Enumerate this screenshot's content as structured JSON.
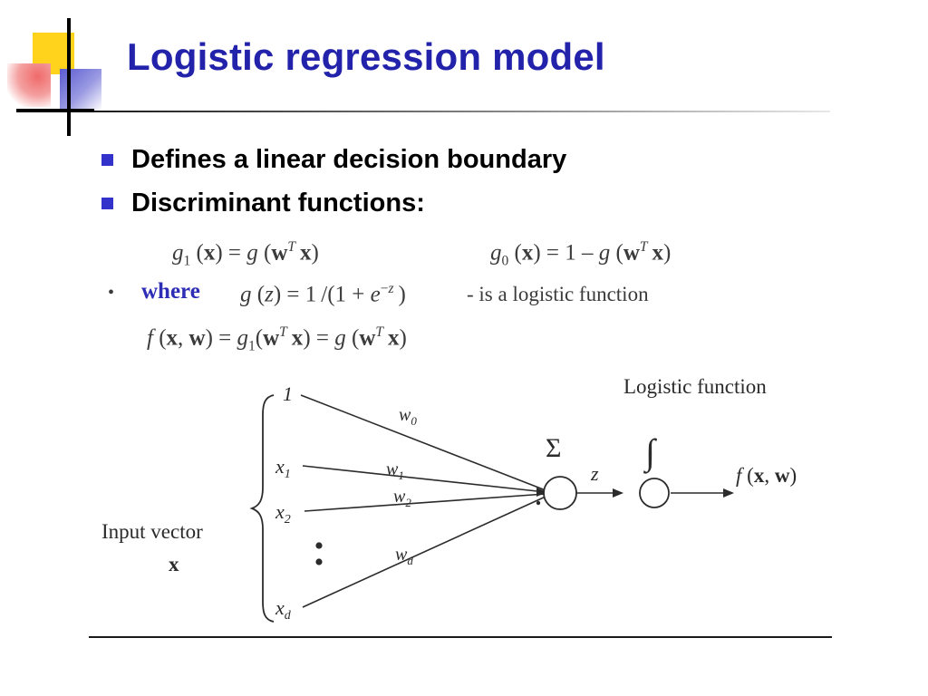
{
  "slide": {
    "title": "Logistic regression model",
    "bullets": [
      "Defines a linear decision boundary",
      "Discriminant functions:"
    ],
    "accent_color": "#2222aa",
    "bullet_marker_color": "#3333cc"
  },
  "math": {
    "g1_label": "g",
    "g1_sub": "1",
    "g1_arg": "(x) = g(w",
    "g1_sup": "T",
    "g1_tail": "x)",
    "g1_full": "g₁(x) = g(wᵀx)",
    "g0_full": "g₀(x) = 1 – g(wᵀx)",
    "where_bullet": "•",
    "where_label": "where",
    "gz_full": "g(z) = 1/(1 + e⁻ᶻ)",
    "gz_note": "- is a logistic function",
    "f_full": "f(x, w) = g₁(wᵀx) = g(wᵀx)"
  },
  "diagram": {
    "input_vector_label": "Input vector",
    "input_vector_symbol": "x",
    "inputs": [
      "1",
      "x₁",
      "x₂",
      "x_d"
    ],
    "input_plain": [
      "1",
      "x",
      "x",
      "x"
    ],
    "input_subs": [
      "",
      "1",
      "2",
      "d"
    ],
    "weights": [
      "w₀",
      "w₁",
      "w₂",
      "w_d"
    ],
    "weight_plain": [
      "w",
      "w",
      "w",
      "w"
    ],
    "weight_subs": [
      "0",
      "1",
      "2",
      "d"
    ],
    "sum_symbol": "Σ",
    "z_label": "z",
    "integral_symbol": "∫",
    "logistic_function_label": "Logistic function",
    "output_label": "f (x, w)",
    "vertical_dots": "⋮"
  }
}
